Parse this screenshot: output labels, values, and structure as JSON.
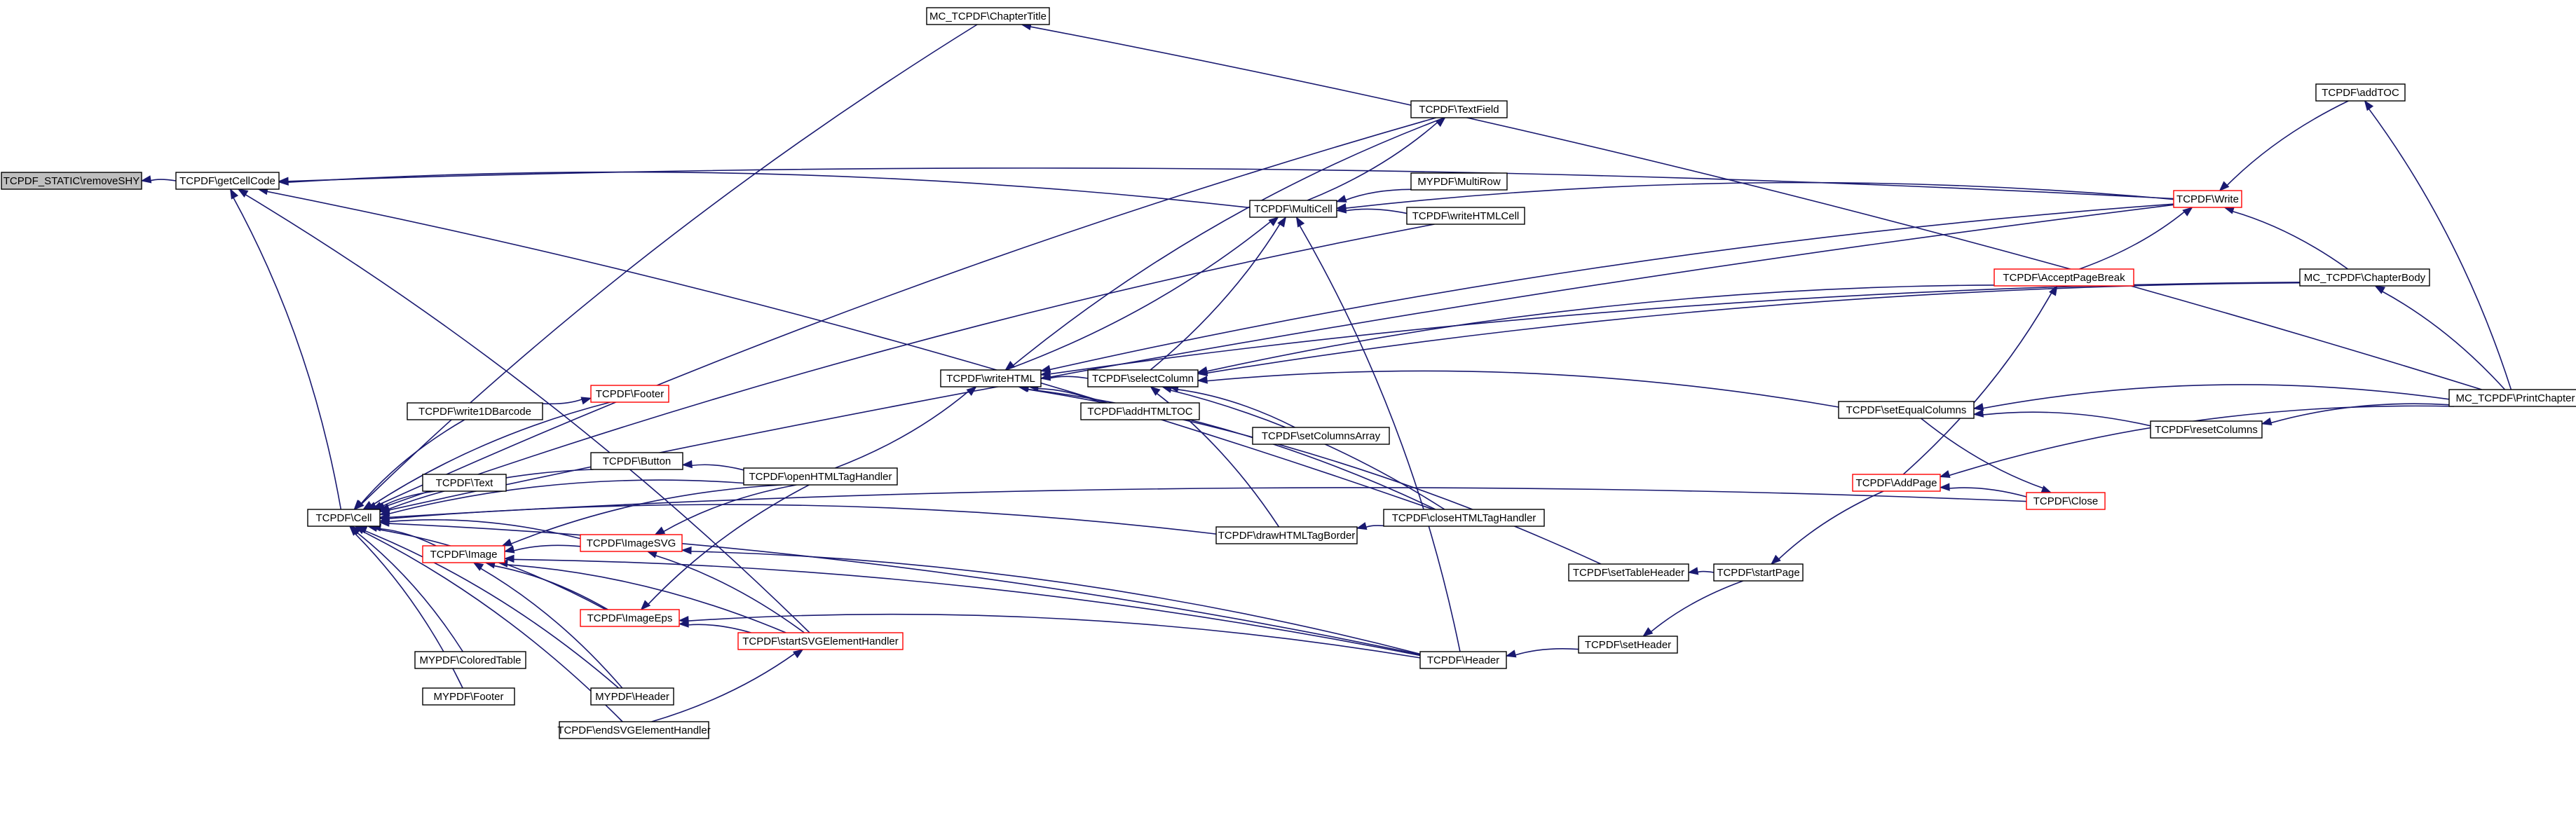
{
  "colors": {
    "edge": "#191970",
    "border": "#000000",
    "red_border": "#ff0000",
    "focus_fill": "#bfbfbf"
  },
  "nodes": {
    "removeSHY": {
      "label": "TCPDF_STATIC\\removeSHY",
      "style": "focus"
    },
    "getCellCode": {
      "label": "TCPDF\\getCellCode",
      "style": "normal"
    },
    "Cell": {
      "label": "TCPDF\\Cell",
      "style": "normal"
    },
    "ChapterTitle": {
      "label": "MC_TCPDF\\ChapterTitle",
      "style": "normal"
    },
    "MultiCell": {
      "label": "TCPDF\\MultiCell",
      "style": "normal"
    },
    "TextField": {
      "label": "TCPDF\\TextField",
      "style": "normal"
    },
    "MultiRow": {
      "label": "MYPDF\\MultiRow",
      "style": "normal"
    },
    "writeHTMLCell": {
      "label": "TCPDF\\writeHTMLCell",
      "style": "normal"
    },
    "writeHTML": {
      "label": "TCPDF\\writeHTML",
      "style": "normal"
    },
    "selectColumn": {
      "label": "TCPDF\\selectColumn",
      "style": "normal"
    },
    "addHTMLTOC": {
      "label": "TCPDF\\addHTMLTOC",
      "style": "normal"
    },
    "setColumnsArray": {
      "label": "TCPDF\\setColumnsArray",
      "style": "normal"
    },
    "Footer": {
      "label": "TCPDF\\Footer",
      "style": "red"
    },
    "write1DBarcode": {
      "label": "TCPDF\\write1DBarcode",
      "style": "normal"
    },
    "Button": {
      "label": "TCPDF\\Button",
      "style": "normal"
    },
    "Text": {
      "label": "TCPDF\\Text",
      "style": "normal"
    },
    "openHTMLTagHandler": {
      "label": "TCPDF\\openHTMLTagHandler",
      "style": "normal"
    },
    "Image": {
      "label": "TCPDF\\Image",
      "style": "red"
    },
    "ImageSVG": {
      "label": "TCPDF\\ImageSVG",
      "style": "red"
    },
    "ImageEps": {
      "label": "TCPDF\\ImageEps",
      "style": "red"
    },
    "startSVGElementHandler": {
      "label": "TCPDF\\startSVGElementHandler",
      "style": "red"
    },
    "drawHTMLTagBorder": {
      "label": "TCPDF\\drawHTMLTagBorder",
      "style": "normal"
    },
    "closeHTMLTagHandler": {
      "label": "TCPDF\\closeHTMLTagHandler",
      "style": "normal"
    },
    "ColoredTable": {
      "label": "MYPDF\\ColoredTable",
      "style": "normal"
    },
    "MYPDFFooter": {
      "label": "MYPDF\\Footer",
      "style": "normal"
    },
    "MYPDFHeader": {
      "label": "MYPDF\\Header",
      "style": "normal"
    },
    "endSVGElementHandler": {
      "label": "TCPDF\\endSVGElementHandler",
      "style": "normal"
    },
    "Header": {
      "label": "TCPDF\\Header",
      "style": "normal"
    },
    "setHeader": {
      "label": "TCPDF\\setHeader",
      "style": "normal"
    },
    "setTableHeader": {
      "label": "TCPDF\\setTableHeader",
      "style": "normal"
    },
    "startPage": {
      "label": "TCPDF\\startPage",
      "style": "normal"
    },
    "AddPage": {
      "label": "TCPDF\\AddPage",
      "style": "red"
    },
    "Close": {
      "label": "TCPDF\\Close",
      "style": "red"
    },
    "setEqualColumns": {
      "label": "TCPDF\\setEqualColumns",
      "style": "normal"
    },
    "resetColumns": {
      "label": "TCPDF\\resetColumns",
      "style": "normal"
    },
    "AcceptPageBreak": {
      "label": "TCPDF\\AcceptPageBreak",
      "style": "red"
    },
    "Write": {
      "label": "TCPDF\\Write",
      "style": "red"
    },
    "addTOC": {
      "label": "TCPDF\\addTOC",
      "style": "normal"
    },
    "ChapterBody": {
      "label": "MC_TCPDF\\ChapterBody",
      "style": "normal"
    },
    "PrintChapter": {
      "label": "MC_TCPDF\\PrintChapter",
      "style": "normal"
    }
  },
  "edges": [
    [
      "getCellCode",
      "removeSHY"
    ],
    [
      "Cell",
      "getCellCode"
    ],
    [
      "ChapterTitle",
      "Cell"
    ],
    [
      "PrintChapter",
      "ChapterTitle"
    ],
    [
      "MultiCell",
      "getCellCode"
    ],
    [
      "closeHTMLTagHandler",
      "getCellCode"
    ],
    [
      "Write",
      "getCellCode"
    ],
    [
      "startSVGElementHandler",
      "getCellCode"
    ],
    [
      "writeHTML",
      "MultiCell"
    ],
    [
      "Header",
      "MultiCell"
    ],
    [
      "MultiCell",
      "TextField"
    ],
    [
      "MultiRow",
      "MultiCell"
    ],
    [
      "writeHTMLCell",
      "MultiCell"
    ],
    [
      "selectColumn",
      "MultiCell"
    ],
    [
      "Write",
      "MultiCell"
    ],
    [
      "TextField",
      "writeHTML"
    ],
    [
      "openHTMLTagHandler",
      "writeHTML"
    ],
    [
      "selectColumn",
      "writeHTML"
    ],
    [
      "addHTMLTOC",
      "writeHTML"
    ],
    [
      "Write",
      "writeHTML"
    ],
    [
      "ChapterBody",
      "writeHTML"
    ],
    [
      "closeHTMLTagHandler",
      "writeHTML"
    ],
    [
      "setTableHeader",
      "writeHTML"
    ],
    [
      "setColumnsArray",
      "selectColumn"
    ],
    [
      "drawHTMLTagBorder",
      "selectColumn"
    ],
    [
      "closeHTMLTagHandler",
      "selectColumn"
    ],
    [
      "AcceptPageBreak",
      "selectColumn"
    ],
    [
      "ChapterBody",
      "selectColumn"
    ],
    [
      "setEqualColumns",
      "selectColumn"
    ],
    [
      "Footer",
      "Cell"
    ],
    [
      "write1DBarcode",
      "Cell"
    ],
    [
      "write1DBarcode",
      "Footer"
    ],
    [
      "Button",
      "Cell"
    ],
    [
      "openHTMLTagHandler",
      "Button"
    ],
    [
      "Text",
      "Cell"
    ],
    [
      "openHTMLTagHandler",
      "Cell"
    ],
    [
      "TextField",
      "Cell"
    ],
    [
      "writeHTMLCell",
      "Cell"
    ],
    [
      "Write",
      "Cell"
    ],
    [
      "Image",
      "Cell"
    ],
    [
      "ImageSVG",
      "Cell"
    ],
    [
      "ImageEps",
      "Cell"
    ],
    [
      "ColoredTable",
      "Cell"
    ],
    [
      "MYPDFFooter",
      "Cell"
    ],
    [
      "MYPDFHeader",
      "Cell"
    ],
    [
      "endSVGElementHandler",
      "Cell"
    ],
    [
      "Header",
      "Cell"
    ],
    [
      "Close",
      "Cell"
    ],
    [
      "drawHTMLTagBorder",
      "Cell"
    ],
    [
      "openHTMLTagHandler",
      "Image"
    ],
    [
      "ImageSVG",
      "Image"
    ],
    [
      "ImageEps",
      "Image"
    ],
    [
      "startSVGElementHandler",
      "Image"
    ],
    [
      "MYPDFHeader",
      "Image"
    ],
    [
      "Header",
      "Image"
    ],
    [
      "openHTMLTagHandler",
      "ImageSVG"
    ],
    [
      "startSVGElementHandler",
      "ImageSVG"
    ],
    [
      "Header",
      "ImageSVG"
    ],
    [
      "openHTMLTagHandler",
      "ImageEps"
    ],
    [
      "startSVGElementHandler",
      "ImageEps"
    ],
    [
      "Header",
      "ImageEps"
    ],
    [
      "endSVGElementHandler",
      "startSVGElementHandler"
    ],
    [
      "closeHTMLTagHandler",
      "drawHTMLTagBorder"
    ],
    [
      "setHeader",
      "Header"
    ],
    [
      "startPage",
      "setHeader"
    ],
    [
      "startPage",
      "setTableHeader"
    ],
    [
      "AddPage",
      "startPage"
    ],
    [
      "Close",
      "AddPage"
    ],
    [
      "PrintChapter",
      "AddPage"
    ],
    [
      "AddPage",
      "AcceptPageBreak"
    ],
    [
      "setEqualColumns",
      "Close"
    ],
    [
      "PrintChapter",
      "setEqualColumns"
    ],
    [
      "resetColumns",
      "setEqualColumns"
    ],
    [
      "PrintChapter",
      "resetColumns"
    ],
    [
      "AcceptPageBreak",
      "Write"
    ],
    [
      "addTOC",
      "Write"
    ],
    [
      "ChapterBody",
      "Write"
    ],
    [
      "PrintChapter",
      "ChapterBody"
    ],
    [
      "PrintChapter",
      "addTOC"
    ]
  ]
}
